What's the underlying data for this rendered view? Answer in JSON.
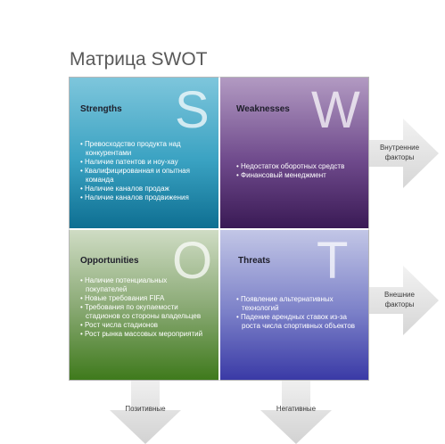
{
  "title": "Матрица SWOT",
  "colors": {
    "strengths": "#3aa2c2",
    "weaknesses": "#6f4a8c",
    "opportunities": "#8cab77",
    "threats": "#7b80c8",
    "arrow": "#e6e6e6",
    "title_text": "#595959"
  },
  "quadrants": {
    "strengths": {
      "letter": "S",
      "heading": "Strengths",
      "items": [
        "• Превосходство продукта над",
        "конкурентами",
        "• Наличие патентов и ноу-хау",
        "• Квалифицированная и опытная",
        "команда",
        "• Наличие каналов продаж",
        "• Наличие каналов продвижения"
      ]
    },
    "weaknesses": {
      "letter": "W",
      "heading": "Weaknesses",
      "items": [
        "• Недостаток оборотных средств",
        "• Финансовый менеджмент"
      ]
    },
    "opportunities": {
      "letter": "O",
      "heading": "Opportunities",
      "items": [
        "• Наличие потенциальных",
        "покупателей",
        "• Новые требования FIFA",
        "• Требования по окупаемости",
        "стадионов со стороны владельцев",
        "• Рост числа стадионов",
        "• Рост рынка массовых мероприятий"
      ]
    },
    "threats": {
      "letter": "T",
      "heading": "Threats",
      "items": [
        "• Появление альтернативных",
        "технологий",
        "• Падение арендных ставок из-за",
        "роста числа спортивных объектов"
      ]
    }
  },
  "arrows": {
    "internal": [
      "Внутренние",
      "факторы"
    ],
    "external": [
      "Внешние",
      "факторы"
    ],
    "positive": "Позитивные",
    "negative": "Негативные"
  }
}
